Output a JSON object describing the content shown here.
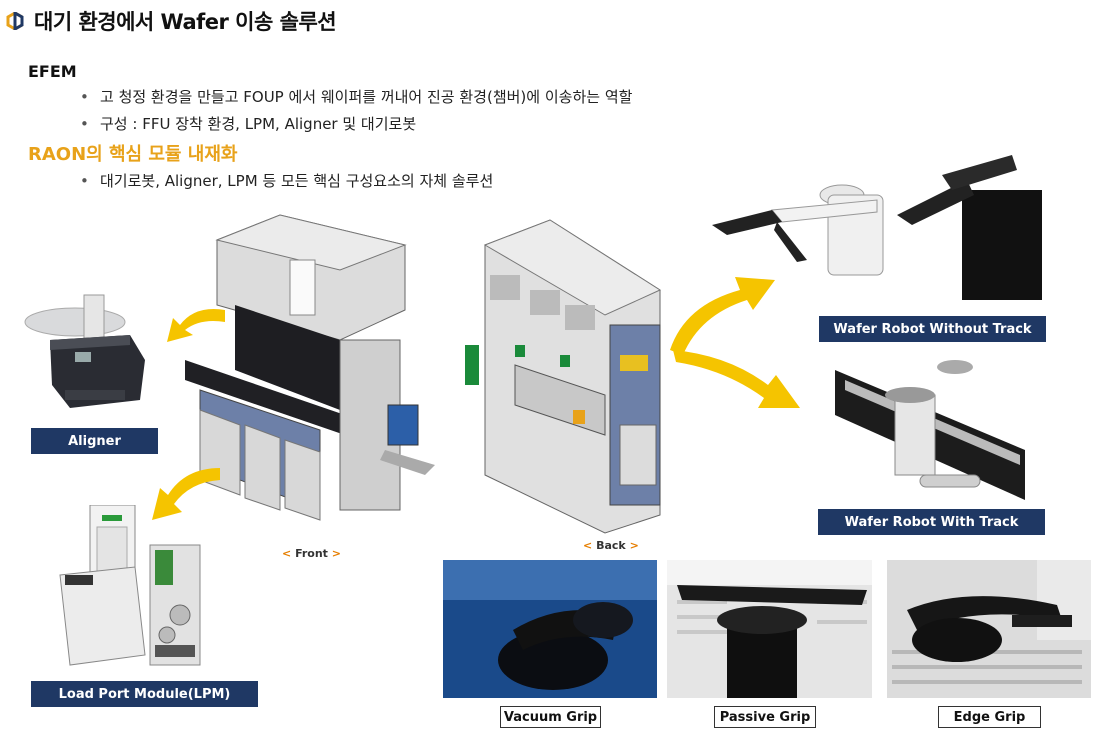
{
  "header": {
    "title": "대기 환경에서 Wafer 이송 솔루션"
  },
  "efem": {
    "heading": "EFEM",
    "bullets": [
      "고 청정 환경을 만들고 FOUP 에서 웨이퍼를 꺼내어 진공 환경(챔버)에 이송하는 역할",
      "구성 : FFU 장착 환경, LPM, Aligner 및 대기로봇"
    ]
  },
  "raon": {
    "heading": "RAON의 핵심 모듈 내재화",
    "bullets": [
      "대기로봇, Aligner, LPM 등 모든 핵심 구성요소의 자체 솔루션"
    ]
  },
  "captions": {
    "front": "Front",
    "back": "Back"
  },
  "labels": {
    "aligner": "Aligner",
    "lpm": "Load Port Module(LPM)",
    "robot_no_track": "Wafer Robot Without Track",
    "robot_track": "Wafer Robot With Track",
    "vacuum": "Vacuum Grip",
    "passive": "Passive Grip",
    "edge": "Edge Grip"
  },
  "colors": {
    "accent_orange": "#e8a21a",
    "label_navy": "#1f3864"
  }
}
